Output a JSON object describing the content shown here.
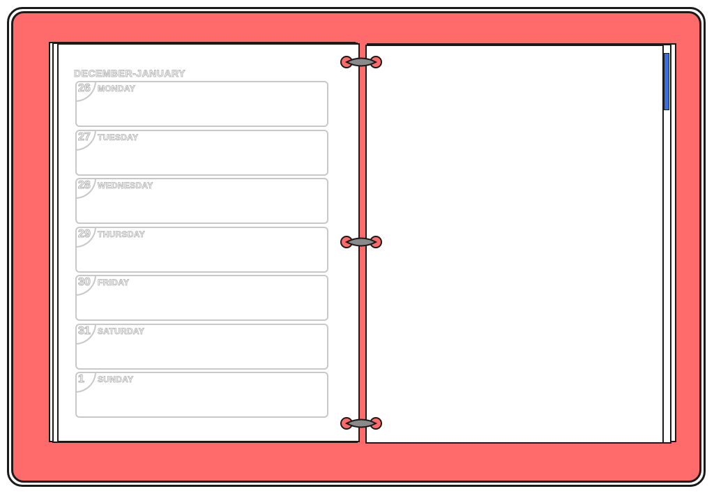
{
  "planner": {
    "month_title": "DECEMBER-JANUARY",
    "days": [
      {
        "number": "26",
        "name": "MONDAY"
      },
      {
        "number": "27",
        "name": "TUESDAY"
      },
      {
        "number": "28",
        "name": "WEDNESDAY"
      },
      {
        "number": "29",
        "name": "THURSDAY"
      },
      {
        "number": "30",
        "name": "FRIDAY"
      },
      {
        "number": "31",
        "name": "SATURDAY"
      },
      {
        "number": "1",
        "name": "SUNDAY"
      }
    ]
  },
  "colors": {
    "cover": "#ff6b6b",
    "ring": "#8a8a8a",
    "tab": "#3b6fd8",
    "outline": "#1a1a1a"
  },
  "icons": [
    "binder-ring-icon"
  ]
}
